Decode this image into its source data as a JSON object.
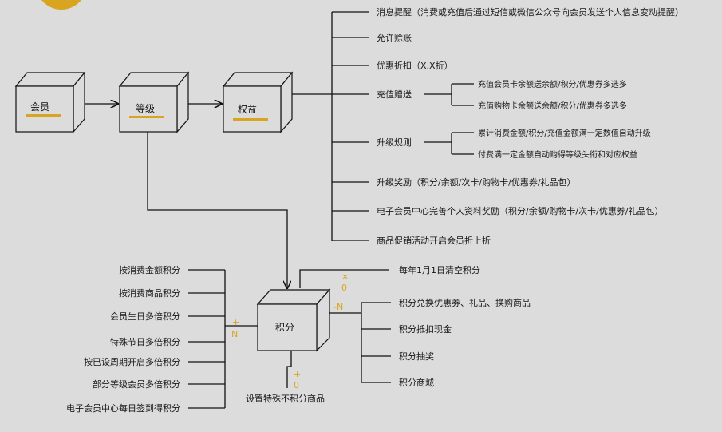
{
  "colors": {
    "background": "#dcdcdc",
    "accent": "#d9a520",
    "line": "#111111"
  },
  "nodes": {
    "member": "会员",
    "level": "等级",
    "rights": "权益",
    "points": "积分"
  },
  "rights_items": {
    "notify": "消息提醒（消费或充值后通过短信或微信公众号向会员发送个人信息变动提醒）",
    "credit": "允许赊账",
    "discount": "优惠折扣（X.X折）",
    "recharge_gift": "充值赠送",
    "recharge_sub1": "充值会员卡余额送余额/积分/优惠券多选多",
    "recharge_sub2": "充值购物卡余额送余额/积分/优惠券多选多",
    "upgrade_rule": "升级规则",
    "upgrade_sub1": "累计消费金额/积分/充值金额满一定数值自动升级",
    "upgrade_sub2": "付费满一定金额自动购得等级头衔和对应权益",
    "upgrade_reward": "升级奖励（积分/余额/次卡/购物卡/优惠券/礼品包）",
    "profile_reward": "电子会员中心完善个人资料奖励（积分/余额/购物卡/次卡/优惠券/礼品包）",
    "promo": "商品促销活动开启会员折上折"
  },
  "earn_items": [
    "按消费金额积分",
    "按消费商品积分",
    "会员生日多倍积分",
    "特殊节日多倍积分",
    "按已设周期开启多倍积分",
    "部分等级会员多倍积分",
    "电子会员中心每日签到得积分"
  ],
  "use_items": [
    "积分兑换优惠券、礼品、换购商品",
    "积分抵扣现金",
    "积分抽奖",
    "积分商城"
  ],
  "clear_item": "每年1月1日清空积分",
  "exclude_item": "设置特殊不积分商品",
  "symbols": {
    "top_sym": "×",
    "top_zero": "0",
    "left_plus": "+",
    "left_n": "N",
    "right_n": "-N",
    "bottom_plus": "+",
    "bottom_zero": "0"
  }
}
